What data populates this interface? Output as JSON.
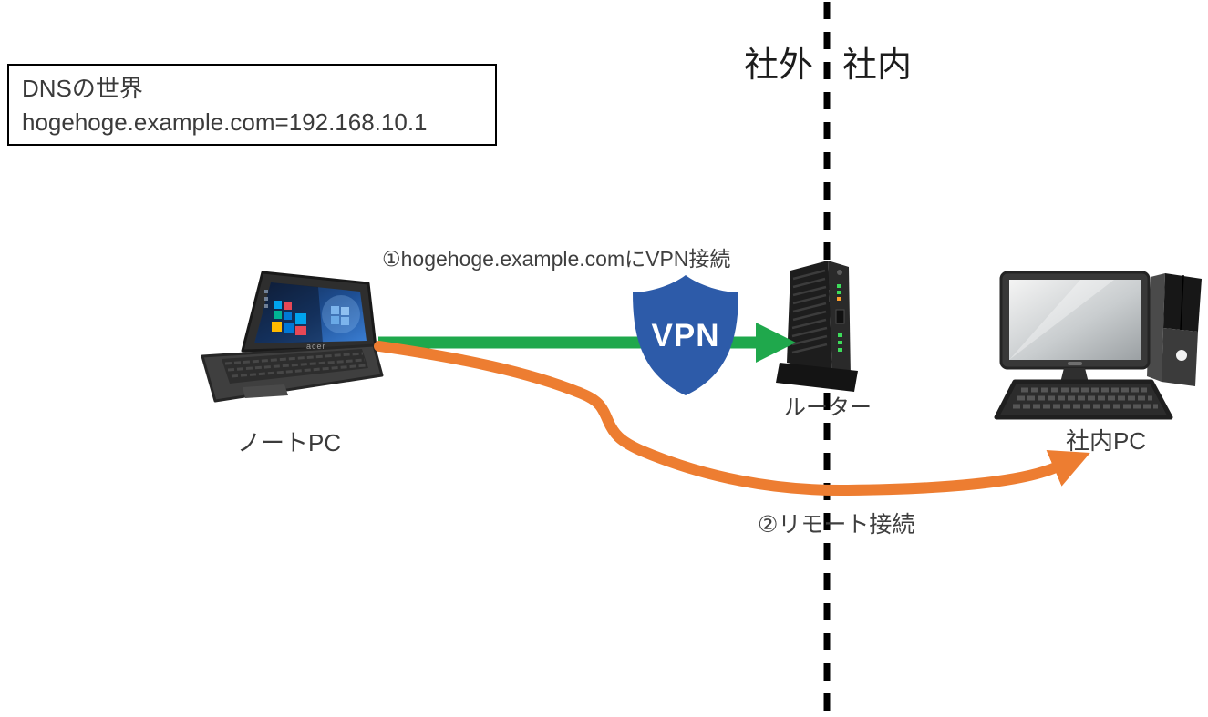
{
  "zones": {
    "outside": "社外",
    "inside": "社内"
  },
  "dns_box": {
    "line1": "DNSの世界",
    "line2": "hogehoge.example.com=192.168.10.1"
  },
  "annotations": {
    "step1": "①hogehoge.example.comにVPN接続",
    "step2": "②リモート接続"
  },
  "devices": {
    "laptop": {
      "label": "ノートPC",
      "brand": "acer"
    },
    "router": {
      "label": "ルーター"
    },
    "office_pc": {
      "label": "社内PC"
    }
  },
  "vpn_shield": {
    "label": "VPN",
    "color": "#2D5BA9"
  },
  "colors": {
    "vpn_arrow_green": "#1FA84C",
    "remote_arrow_orange": "#ED7D31",
    "boundary_line": "#000000"
  }
}
